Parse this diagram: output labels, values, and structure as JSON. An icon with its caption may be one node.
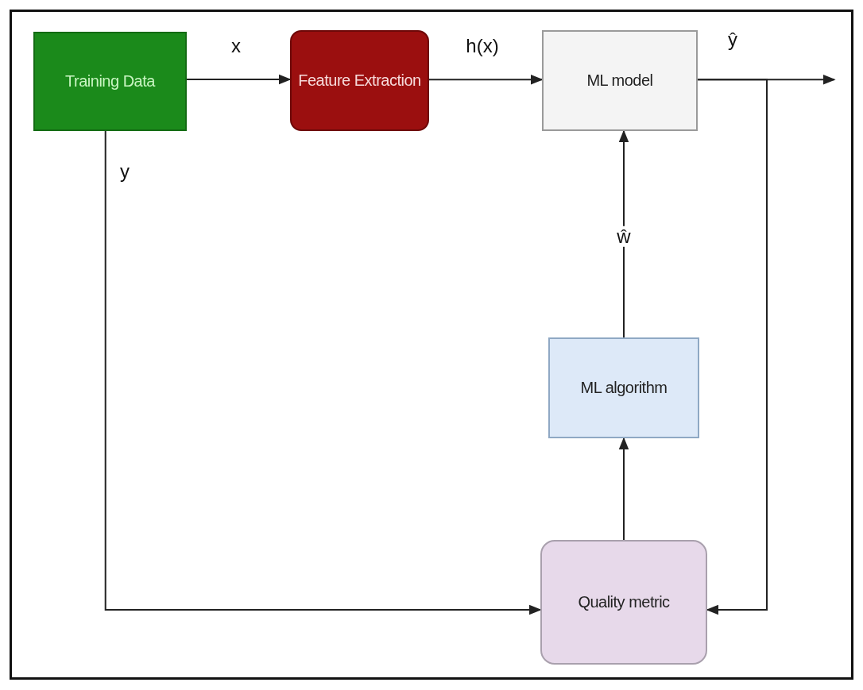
{
  "diagram": {
    "nodes": [
      {
        "text": [
          "Training Data"
        ]
      },
      {
        "text": [
          "Feature Extraction"
        ]
      },
      {
        "text": [
          "ML model"
        ]
      },
      {
        "text": [
          "ML algorithm"
        ]
      },
      {
        "text": [
          "Quality metric"
        ]
      }
    ],
    "edges": [
      {
        "from": 0,
        "to": 1,
        "arrow": "to",
        "label": "x"
      },
      {
        "from": 1,
        "to": 2,
        "arrow": "to",
        "label": "h(x)"
      },
      {
        "from": 2,
        "to": null,
        "arrow": "to",
        "label": "ŷ"
      },
      {
        "from": 0,
        "to": 4,
        "arrow": "to",
        "label": "y"
      },
      {
        "from": 2,
        "to": 4,
        "arrow": "to"
      },
      {
        "from": 4,
        "to": 3,
        "arrow": "to"
      },
      {
        "from": 3,
        "to": 2,
        "arrow": "to",
        "label": "ŵ"
      }
    ]
  }
}
